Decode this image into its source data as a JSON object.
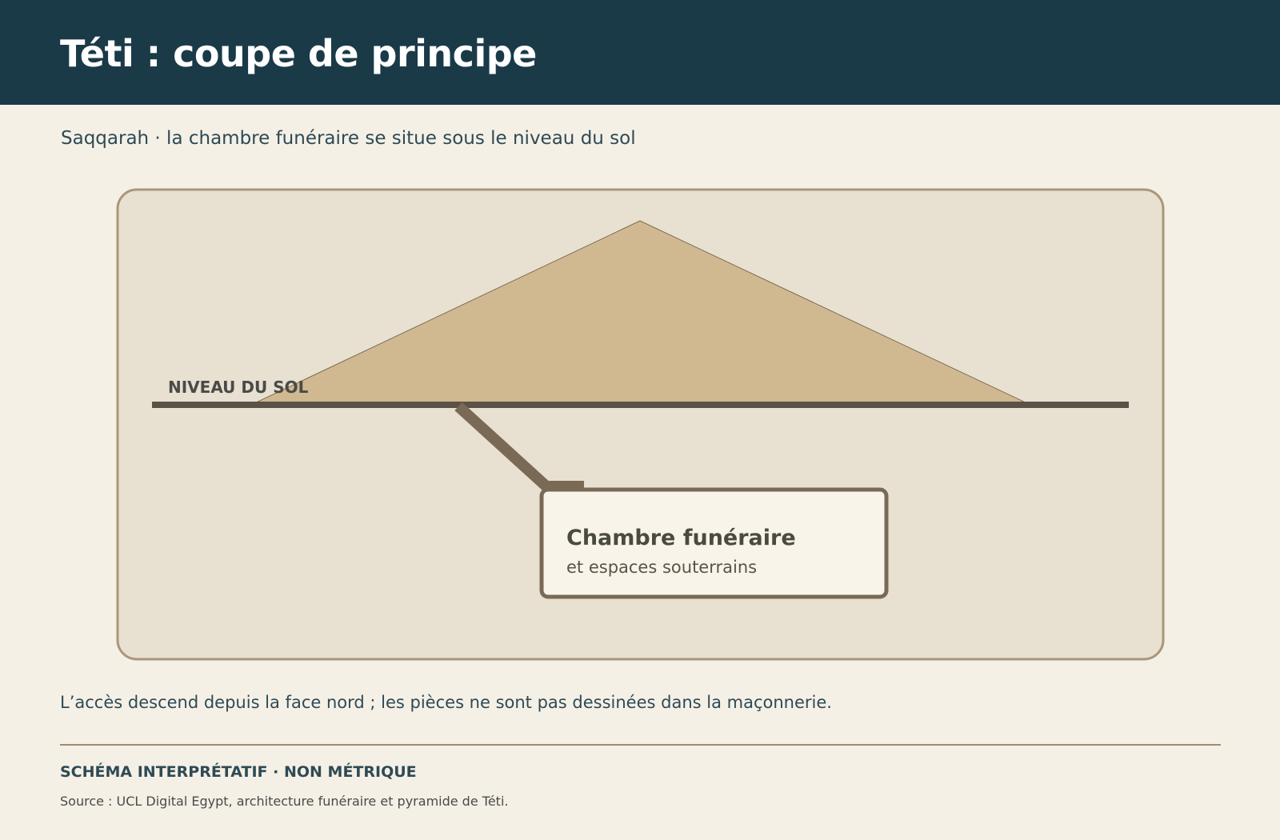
{
  "header": {
    "title": "Téti : coupe de principe",
    "subtitle": "Saqqarah · la chambre funéraire se situe sous le niveau du sol"
  },
  "diagram": {
    "ground_label": "NIVEAU DU SOL",
    "chamber_title": "Chambre funéraire",
    "chamber_subtitle": "et espaces souterrains",
    "colors": {
      "panel_fill": "#e8e0d0",
      "panel_stroke": "#a89878",
      "pyramid_fill": "#d0b890",
      "ground_line": "#5a5248",
      "passage": "#7a6a55",
      "chamber_fill": "#f8f4ea"
    }
  },
  "note": "L’accès descend depuis la face nord ; les pièces ne sont pas dessinées dans la maçonnerie.",
  "footer": {
    "label": "SCHÉMA INTERPRÉTATIF · NON MÉTRIQUE",
    "source": "Source : UCL Digital Egypt, architecture funéraire et pyramide de Téti."
  }
}
